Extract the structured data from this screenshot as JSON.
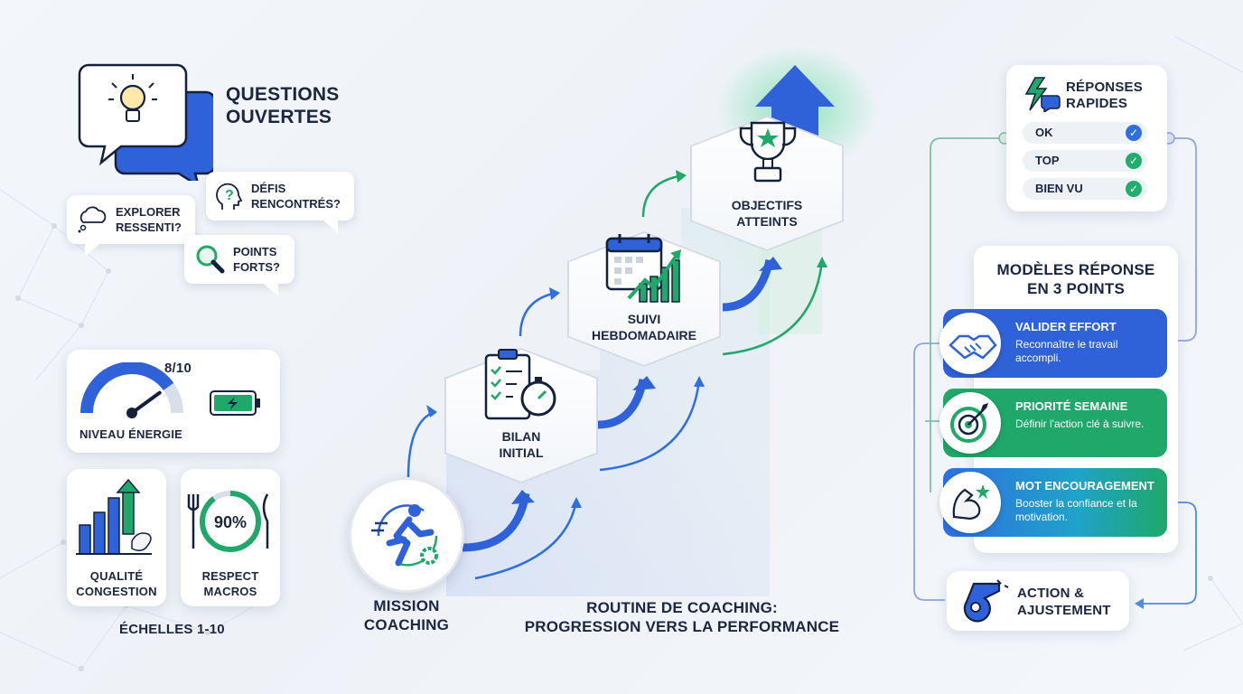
{
  "left": {
    "open_questions": {
      "title_line1": "QUESTIONS",
      "title_line2": "OUVERTES"
    },
    "bubbles": {
      "explorer": {
        "line1": "EXPLORER",
        "line2": "RESSENTI?"
      },
      "defis": {
        "line1": "DÉFIS",
        "line2": "RENCONTRÉS?"
      },
      "points": {
        "line1": "POINTS",
        "line2": "FORTS?"
      }
    },
    "energy": {
      "score": "8/10",
      "label": "NIVEAU ÉNERGIE",
      "gauge_level": 0.8
    },
    "congestion": {
      "line1": "QUALITÉ",
      "line2": "CONGESTION"
    },
    "macros": {
      "percent": "90%",
      "value": 0.9,
      "line1": "RESPECT",
      "line2": "MACROS"
    },
    "scales_label": "ÉCHELLES 1-10"
  },
  "center": {
    "mission": {
      "line1": "MISSION",
      "line2": "COACHING"
    },
    "steps": [
      {
        "line1": "BILAN",
        "line2": "INITIAL"
      },
      {
        "line1": "SUIVI",
        "line2": "HEBDOMADAIRE"
      },
      {
        "line1": "OBJECTIFS",
        "line2": "ATTEINTS"
      }
    ],
    "caption_line1": "ROUTINE DE COACHING:",
    "caption_line2": "PROGRESSION VERS LA PERFORMANCE"
  },
  "right": {
    "quick": {
      "title_line1": "RÉPONSES",
      "title_line2": "RAPIDES",
      "items": [
        {
          "label": "OK",
          "color": "#2f6fe0"
        },
        {
          "label": "TOP",
          "color": "#1fae6b"
        },
        {
          "label": "BIEN VU",
          "color": "#1fae6b"
        }
      ]
    },
    "models": {
      "title_line1": "MODÈLES RÉPONSE",
      "title_line2": "EN 3 POINTS",
      "items": [
        {
          "title": "VALIDER EFFORT",
          "desc": "Reconnaître le travail accompli.",
          "color": "#2f62d8"
        },
        {
          "title": "PRIORITÉ SEMAINE",
          "desc": "Définir l'action clé à suivre.",
          "color": "#1fa86a"
        },
        {
          "title": "MOT ENCOURAGEMENT",
          "desc": "Booster la confiance et la motivation.",
          "color": "#2a9ee0"
        }
      ]
    },
    "action": {
      "line1": "ACTION &",
      "line2": "AJUSTEMENT"
    }
  },
  "colors": {
    "blue": "#2f62d8",
    "green": "#1fa86a",
    "navy": "#1b2640"
  },
  "icons": [
    "lightbulb-icon",
    "thought-cloud-icon",
    "question-head-icon",
    "magnifier-icon",
    "gauge-icon",
    "battery-icon",
    "bar-chart-icon",
    "plate-icon",
    "runner-icon",
    "clipboard-stopwatch-icon",
    "calendar-chart-icon",
    "trophy-icon",
    "lightning-chat-icon",
    "handshake-icon",
    "target-icon",
    "muscle-icon",
    "whistle-icon"
  ]
}
